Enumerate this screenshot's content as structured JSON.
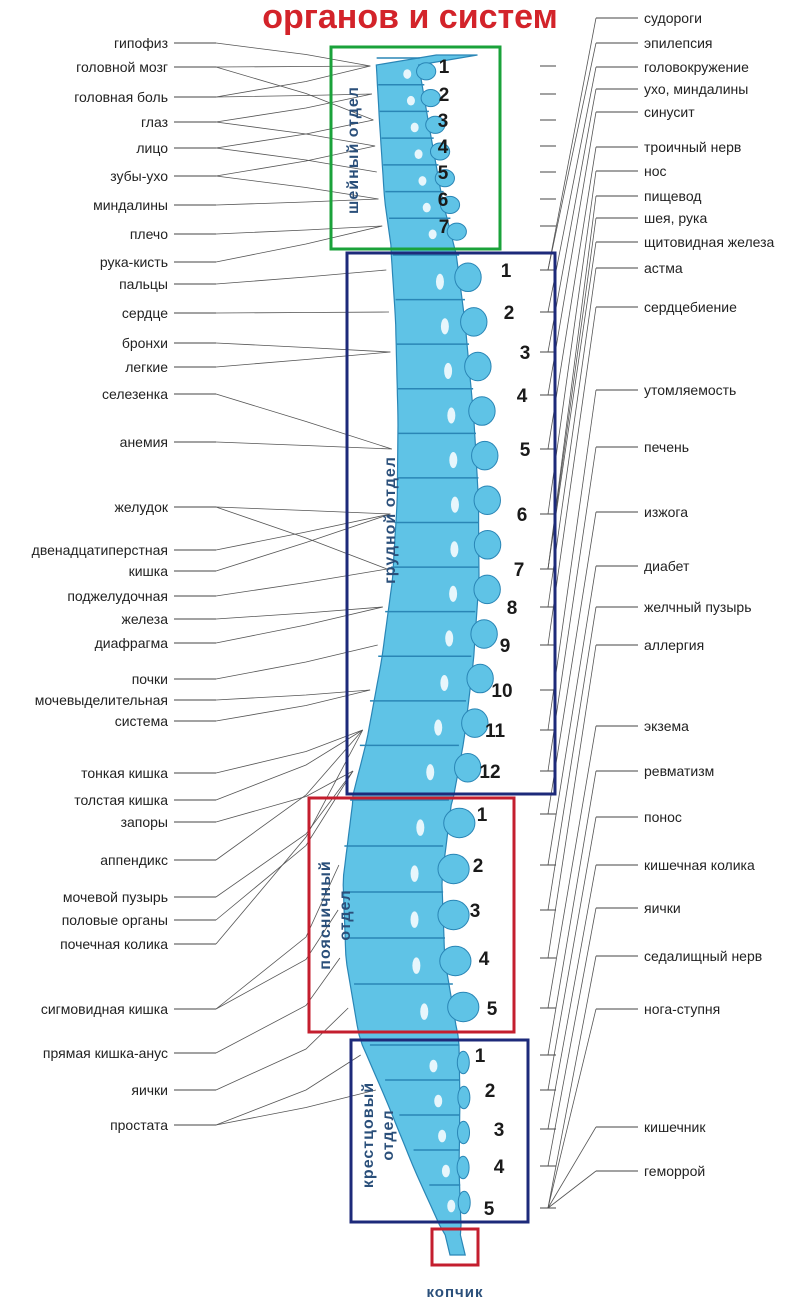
{
  "title": "органов и систем",
  "colors": {
    "title": "#d3232a",
    "spine": "#5fc3e6",
    "spine_edge": "#2a86b6",
    "cervical_box": "#1aa23a",
    "thoracic_box": "#1d2a7a",
    "lumbar_box": "#c41e2e",
    "sacral_box": "#1d2a7a",
    "coccyx_box": "#c41e2e"
  },
  "sections": {
    "cervical": "шейный отдел",
    "thoracic": "грудной отдел",
    "lumbar": "поясничный отдел",
    "sacral": "крестцовый отдел",
    "coccyx": "копчик"
  },
  "vertebrae": {
    "cervical": [
      "1",
      "2",
      "3",
      "4",
      "5",
      "6",
      "7"
    ],
    "thoracic": [
      "1",
      "2",
      "3",
      "4",
      "5",
      "6",
      "7",
      "8",
      "9",
      "10",
      "11",
      "12"
    ],
    "lumbar": [
      "1",
      "2",
      "3",
      "4",
      "5"
    ],
    "sacral": [
      "1",
      "2",
      "3",
      "4",
      "5"
    ]
  },
  "left_labels": [
    "гипофиз",
    "головной мозг",
    "головная боль",
    "глаз",
    "лицо",
    "зубы-ухо",
    "миндалины",
    "плечо",
    "рука-кисть",
    "пальцы",
    "сердце",
    "бронхи",
    "легкие",
    "селезенка",
    "анемия",
    "желудок",
    "двенадцатиперстная",
    "кишка",
    "поджелудочная",
    "железа",
    "диафрагма",
    "почки",
    "мочевыделительная",
    "система",
    "тонкая кишка",
    "толстая кишка",
    "запоры",
    "аппендикс",
    "мочевой пузырь",
    "половые органы",
    "почечная колика",
    "сигмовидная кишка",
    "прямая кишка-анус",
    "яички",
    "простата"
  ],
  "right_labels": [
    "судороги",
    "эпилепсия",
    "головокружение",
    "ухо, миндалины",
    "синусит",
    "троичный нерв",
    "нос",
    "пищевод",
    "шея, рука",
    "щитовидная железа",
    "астма",
    "сердцебиение",
    "утомляемость",
    "печень",
    "изжога",
    "диабет",
    "желчный пузырь",
    "аллергия",
    "экзема",
    "ревматизм",
    "понос",
    "кишечная колика",
    "яички",
    "седалищный нерв",
    "нога-ступня",
    "кишечник",
    "геморрой"
  ]
}
